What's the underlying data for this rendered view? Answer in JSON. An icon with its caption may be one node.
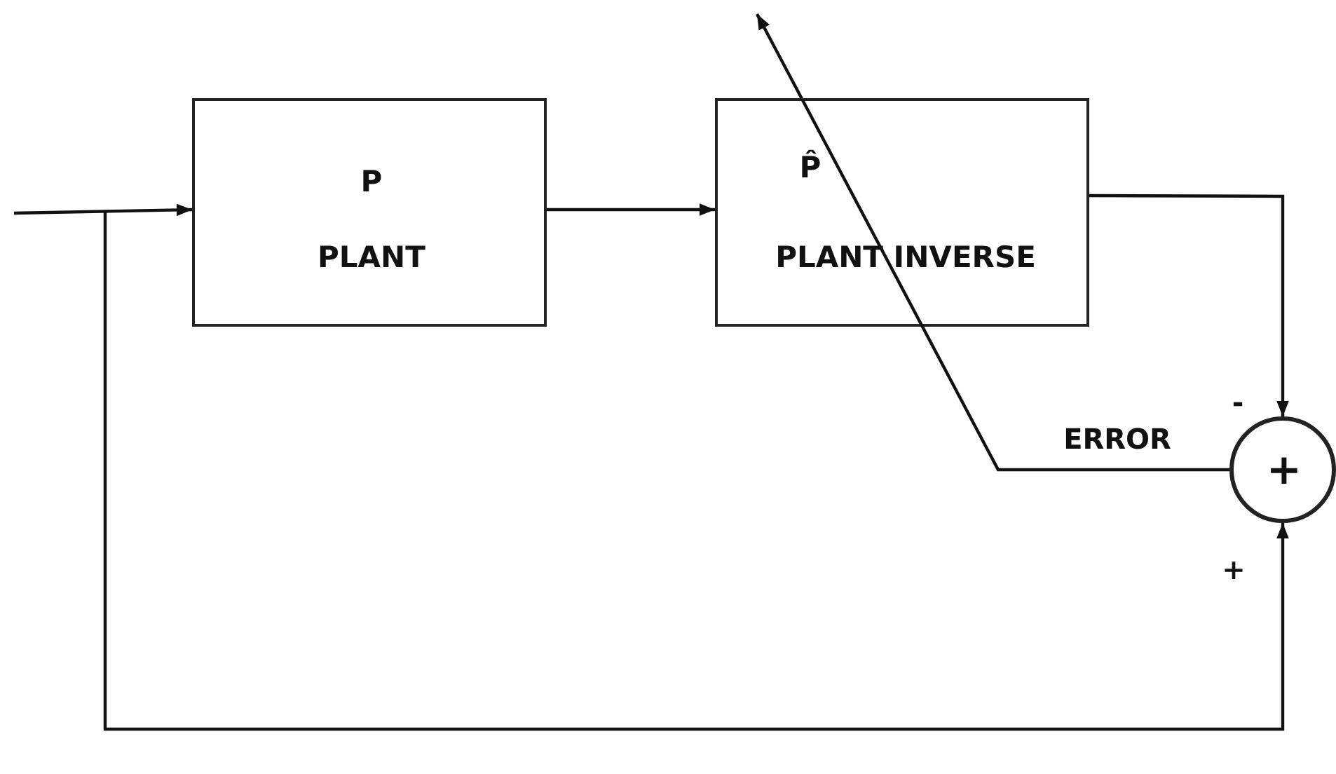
{
  "diagram": {
    "nodes": [
      {
        "text": [
          "P",
          "PLANT"
        ]
      },
      {
        "text": [
          "P̂",
          "PLANT INVERSE"
        ]
      },
      {
        "text": [
          "+"
        ]
      }
    ],
    "edges": [
      {
        "from": null,
        "to": 0,
        "arrow": "to"
      },
      {
        "from": 0,
        "to": 1,
        "arrow": "to"
      },
      {
        "from": 1,
        "to": 2,
        "arrow": "to",
        "label": "-"
      },
      {
        "from": null,
        "to": 2,
        "arrow": "to",
        "label": "+"
      },
      {
        "from": 2,
        "to": null,
        "arrow": "to",
        "label": "ERROR"
      }
    ]
  }
}
